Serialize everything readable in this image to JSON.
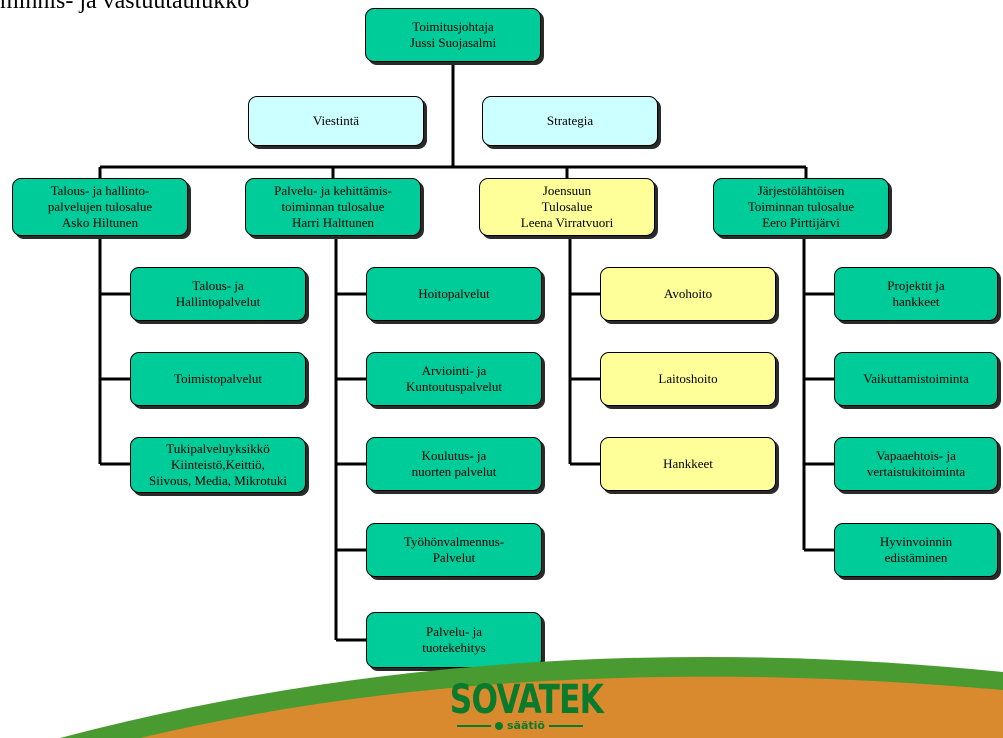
{
  "heading": "minnis- ja vastuutaulukko",
  "ceo": {
    "title": "Toimitusjohtaja",
    "name": "Jussi Suojasalmi"
  },
  "staff": {
    "communications": "Viestintä",
    "strategy": "Strategia"
  },
  "units": [
    {
      "lines": [
        "Talous- ja hallinto-",
        "palvelujen tulosalue",
        "Asko Hiltunen"
      ],
      "color": "#00cc99",
      "services": [
        [
          "Talous- ja",
          "Hallintopalvelut"
        ],
        [
          "Toimistopalvelut"
        ],
        [
          "Tukipalveluyksikkö",
          "Kiinteistö,Keittiö,",
          "Siivous, Media, Mikrotuki"
        ]
      ]
    },
    {
      "lines": [
        "Palvelu- ja kehittämis-",
        "toiminnan tulosalue",
        "Harri Halttunen"
      ],
      "color": "#00cc99",
      "services": [
        [
          "Hoitopalvelut"
        ],
        [
          "Arviointi- ja",
          "Kuntoutuspalvelut"
        ],
        [
          "Koulutus- ja",
          "nuorten palvelut"
        ],
        [
          "Työhönvalmennus-",
          "Palvelut"
        ],
        [
          "Palvelu- ja",
          "tuotekehitys"
        ]
      ]
    },
    {
      "lines": [
        "Joensuun",
        "Tulosalue",
        "Leena Virratvuori"
      ],
      "color": "#ffff99",
      "services": [
        [
          "Avohoito"
        ],
        [
          "Laitoshoito"
        ],
        [
          "Hankkeet"
        ]
      ]
    },
    {
      "lines": [
        "Järjestölähtöisen",
        "Toiminnan tulosalue",
        "Eero Pirttijärvi"
      ],
      "color": "#00cc99",
      "services": [
        [
          "Projektit ja",
          "hankkeet"
        ],
        [
          "Vaikuttamistoiminta"
        ],
        [
          "Vapaaehtois- ja",
          "vertaistukitoiminta"
        ],
        [
          "Hyvinvoinnin",
          "edistäminen"
        ]
      ]
    }
  ],
  "logo": {
    "name": "SOVATEK",
    "sub": "säätiö"
  },
  "colors": {
    "green": "#00cc99",
    "cyan": "#ccffff",
    "yellow": "#ffff99",
    "ground_green": "#4a9a32",
    "ground_orange": "#d98a2e",
    "logo": "#0a7a2c"
  }
}
